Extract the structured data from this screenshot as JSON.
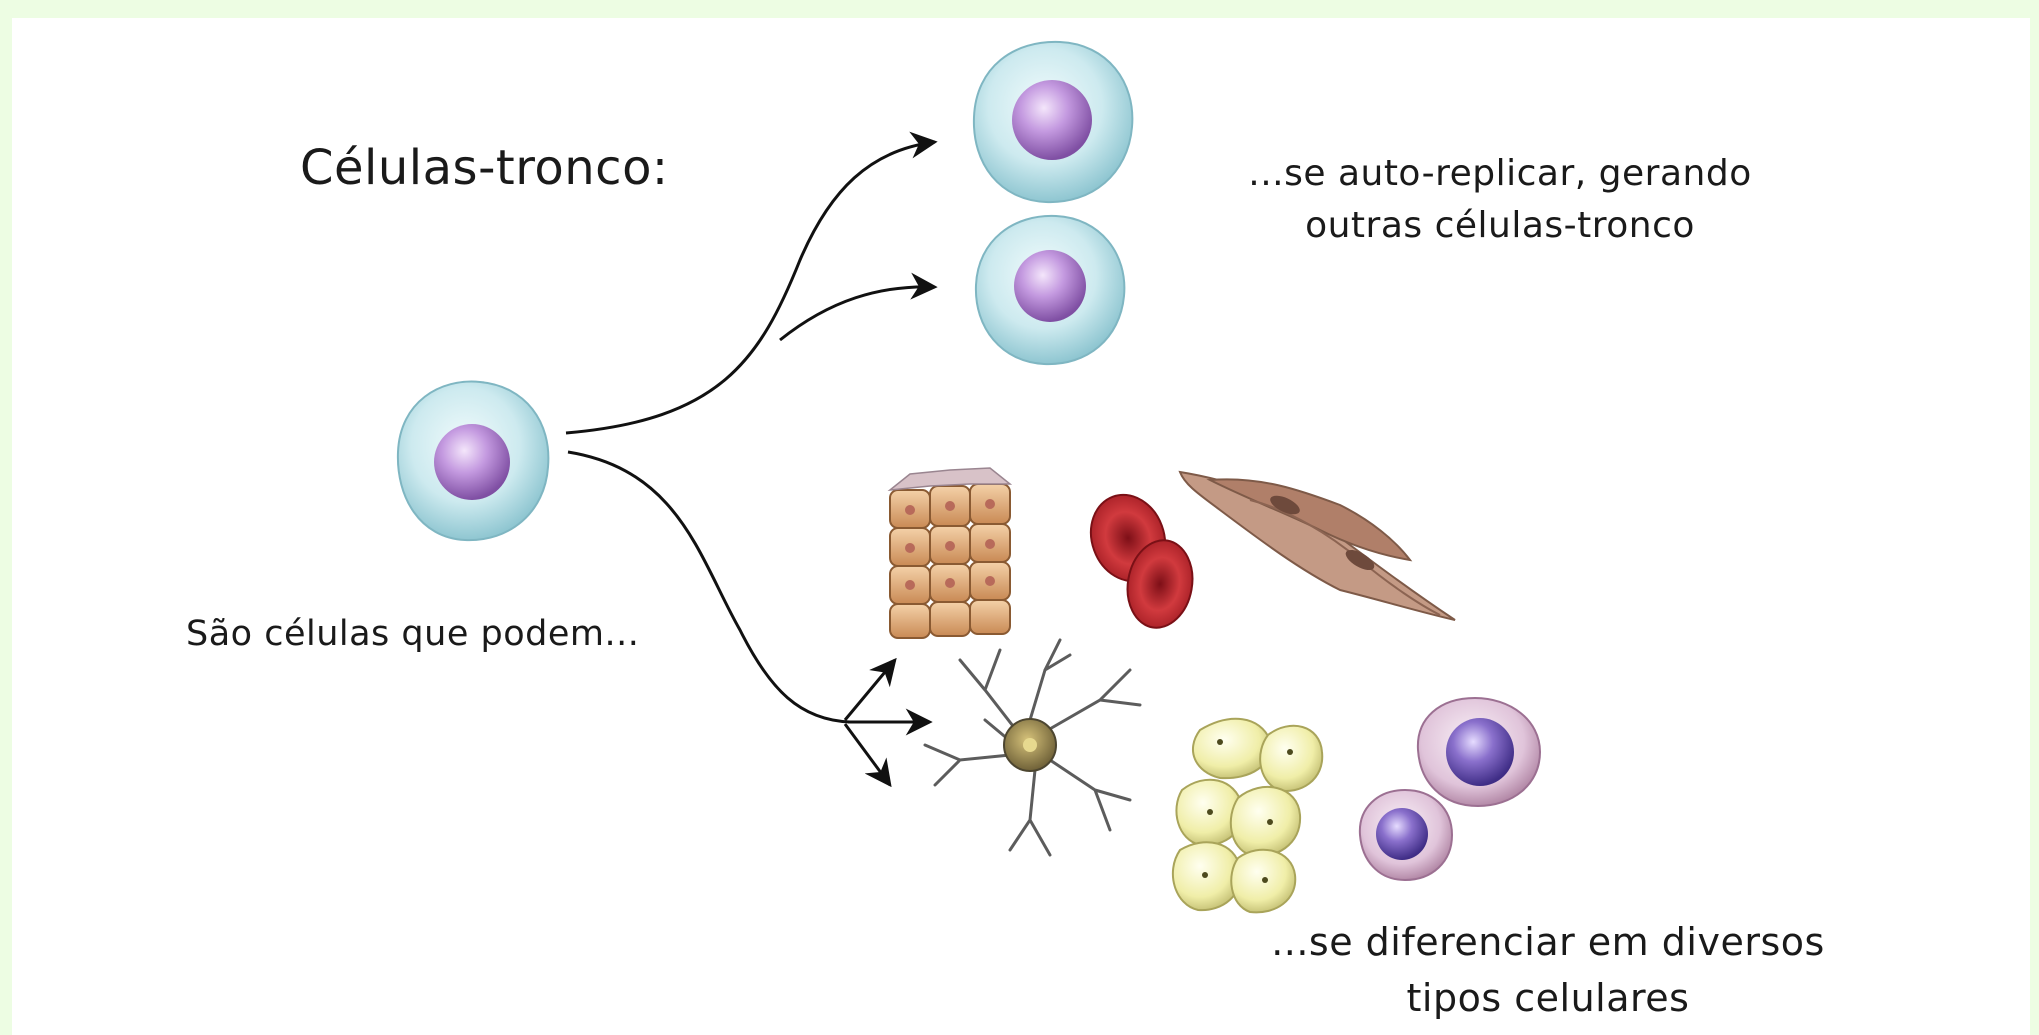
{
  "diagram": {
    "title": "Células-tronco:",
    "intro": "São células que podem...",
    "outcome_self_renewal": "...se auto-replicar, gerando outras células-tronco",
    "outcome_differentiation": "...se diferenciar em diversos tipos celulares"
  },
  "colors": {
    "page_background": "#edfde3",
    "panel_background": "#ffffff",
    "stem_cell_membrane": "#b7e1e8",
    "stem_cell_nucleus": "#a774c4",
    "arrow": "#111111",
    "red_blood_cell": "#c0262c",
    "muscle_cell": "#b98872",
    "epithelial_cell": "#e4b07c",
    "adipose_cell": "#f2f0b2",
    "blood_cell_membrane": "#d7b6cf",
    "blood_cell_nucleus": "#6a4fa8"
  },
  "icons": {
    "stem_cell": "stem-cell-icon",
    "epithelial_tissue": "epithelial-tissue-icon",
    "red_blood_cells": "red-blood-cell-icon",
    "muscle_cells": "muscle-cell-icon",
    "neuron": "neuron-icon",
    "adipose_tissue": "adipose-tissue-icon",
    "white_blood_cells": "white-blood-cell-icon"
  }
}
